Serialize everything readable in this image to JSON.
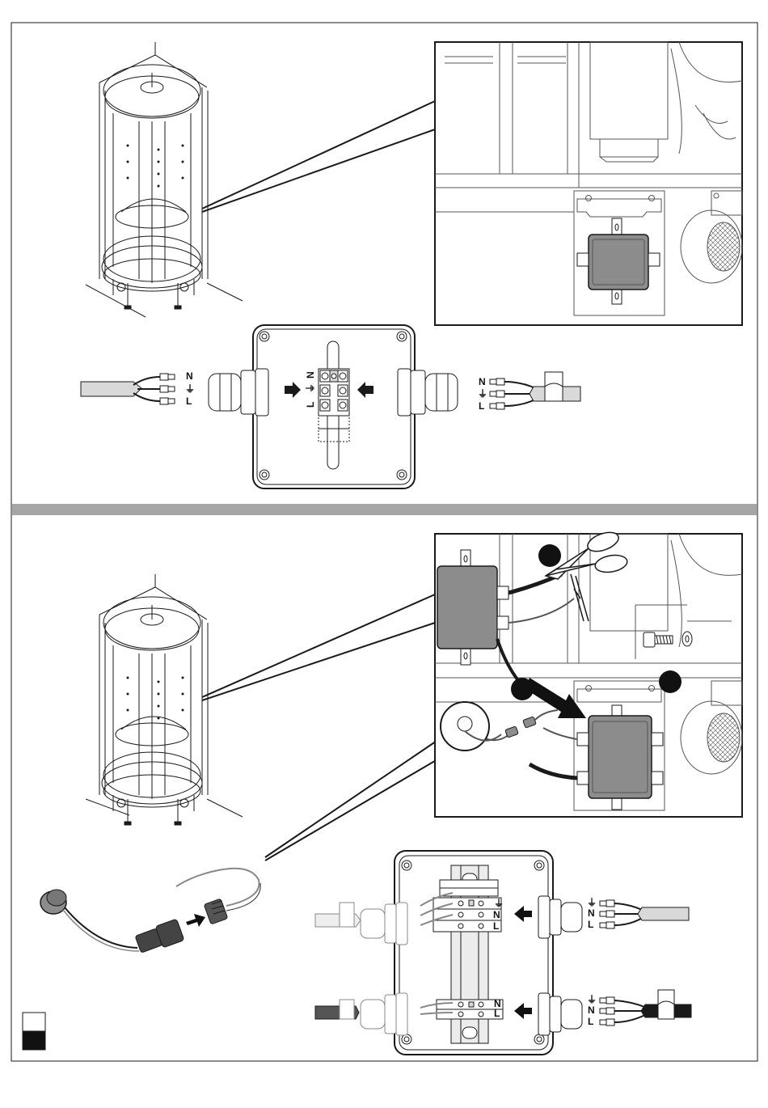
{
  "colors": {
    "line": "#1a1a1a",
    "box_grey": "#8c8c8c",
    "divider": "#a6a6a6",
    "light": "#d9d9d9",
    "black": "#111111"
  },
  "terminals_top": {
    "n": "N",
    "earth": "⏚",
    "l": "L"
  },
  "left_cable_top": {
    "n": "N",
    "earth": "⏚",
    "l": "L"
  },
  "right_cable_top": {
    "n": "N",
    "earth": "⏚",
    "l": "L"
  },
  "right_cable_bottom_a": {
    "earth": "⏚",
    "n": "N",
    "l": "L"
  },
  "right_cable_bottom_b": {
    "earth": "⏚",
    "n": "N",
    "l": "L"
  },
  "terminals_bottom_a": {
    "earth": "⏚",
    "n": "N",
    "l": "L"
  },
  "terminals_bottom_b": {
    "n": "N",
    "l": "L"
  },
  "icons": [
    "sauna-cabin-icon",
    "scissors-icon",
    "screw-icon",
    "washer-icon",
    "arrow-icon",
    "junction-box-icon",
    "sensor-plug-icon"
  ]
}
